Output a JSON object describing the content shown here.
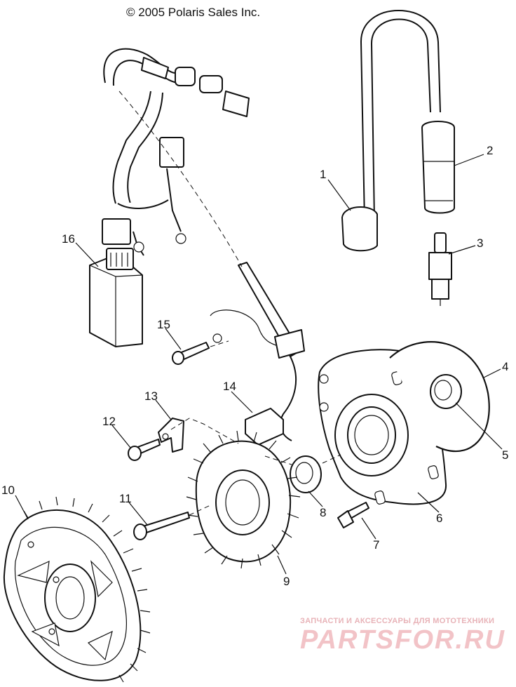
{
  "header": {
    "copyright": "© 2005 Polaris Sales Inc."
  },
  "callouts": [
    {
      "id": "1",
      "label": "1"
    },
    {
      "id": "2",
      "label": "2"
    },
    {
      "id": "3",
      "label": "3"
    },
    {
      "id": "4",
      "label": "4"
    },
    {
      "id": "5",
      "label": "5"
    },
    {
      "id": "6",
      "label": "6"
    },
    {
      "id": "7",
      "label": "7"
    },
    {
      "id": "8",
      "label": "8"
    },
    {
      "id": "9",
      "label": "9"
    },
    {
      "id": "10",
      "label": "10"
    },
    {
      "id": "11",
      "label": "11"
    },
    {
      "id": "12",
      "label": "12"
    },
    {
      "id": "13",
      "label": "13"
    },
    {
      "id": "14",
      "label": "14"
    },
    {
      "id": "15",
      "label": "15"
    },
    {
      "id": "16",
      "label": "16"
    }
  ],
  "watermark": {
    "tagline": "ЗАПЧАСТИ И АКСЕССУАРЫ ДЛЯ МОТОТЕХНИКИ",
    "brand": "PARTSFOR.RU"
  }
}
